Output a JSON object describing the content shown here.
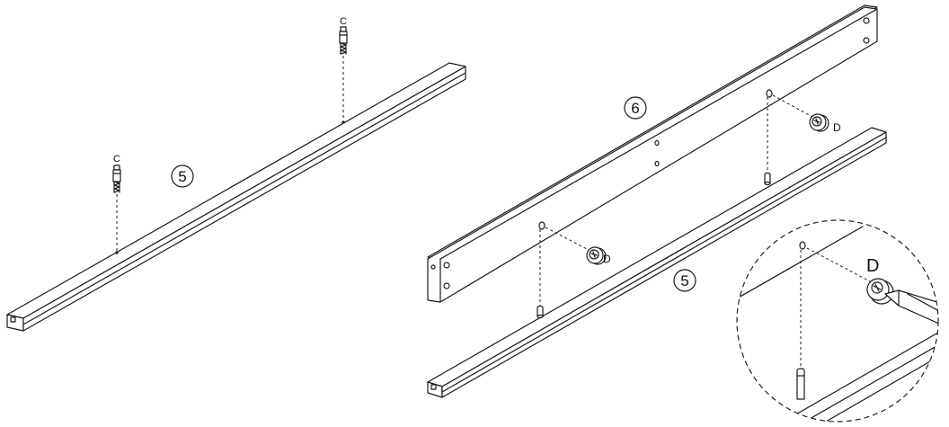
{
  "labels": {
    "part_5_left": "5",
    "part_6": "6",
    "part_5_right": "5",
    "screw_c_1": "C",
    "screw_c_2": "C",
    "cam_d_1": "D",
    "cam_d_2": "D",
    "cam_d_detail": "D"
  },
  "colors": {
    "line": "#1a1a1a",
    "background": "#ffffff"
  },
  "icons": {
    "part_marker": "circled-number",
    "cam_lock": "cam-lock-icon",
    "screw": "screw-dowel-icon",
    "screwdriver": "screwdriver-icon"
  }
}
